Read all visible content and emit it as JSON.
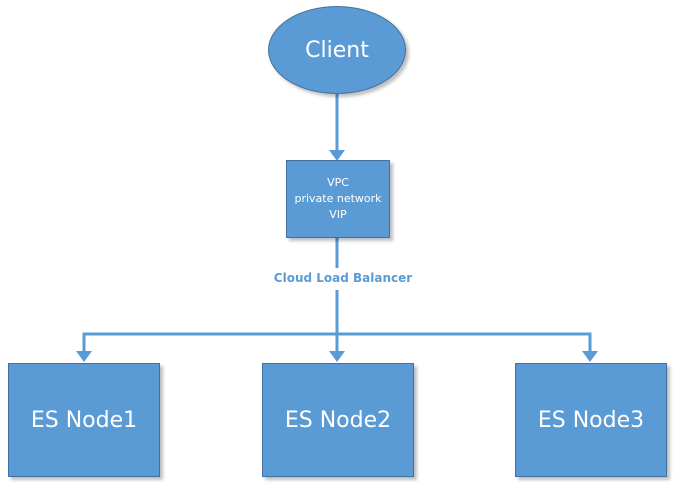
{
  "client": {
    "label": "Client"
  },
  "vpc": {
    "lines": [
      "VPC",
      "private network",
      "VIP"
    ]
  },
  "load_balancer": {
    "label": "Cloud Load Balancer"
  },
  "es_nodes": [
    {
      "label": "ES Node1"
    },
    {
      "label": "ES Node2"
    },
    {
      "label": "ES Node3"
    }
  ],
  "colors": {
    "node_fill": "#5b9bd5",
    "node_border": "#41719c",
    "connector": "#5b9bd5",
    "label_text": "#5b9bd5"
  }
}
